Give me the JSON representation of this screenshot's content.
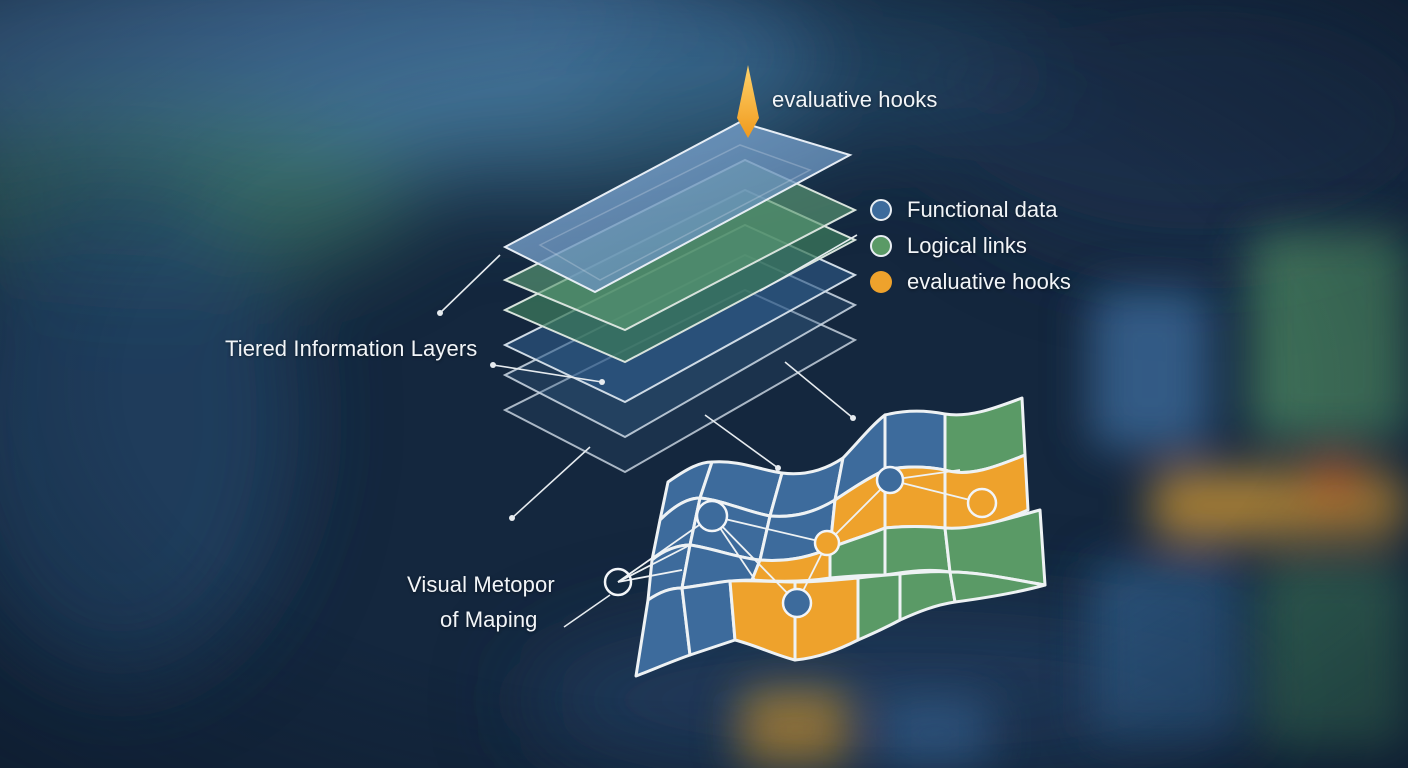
{
  "top_label": "evaluative hooks",
  "layers_label": "Tiered Information Layers",
  "map_label": {
    "line1": "Visual Metopor",
    "line2": "of Maping"
  },
  "legend": [
    {
      "label": "Functional data",
      "color": "#3d6b9c",
      "icon": "functional-data-dot-icon"
    },
    {
      "label": "Logical links",
      "color": "#5a9a66",
      "icon": "logical-links-dot-icon"
    },
    {
      "label": "evaluative hooks",
      "color": "#eea22c",
      "icon": "evaluative-hooks-dot-icon"
    }
  ],
  "colors": {
    "background": "#12243a",
    "blue": "#3d6b9c",
    "green": "#5a9a66",
    "orange": "#eea22c",
    "line": "#e6ebef"
  }
}
